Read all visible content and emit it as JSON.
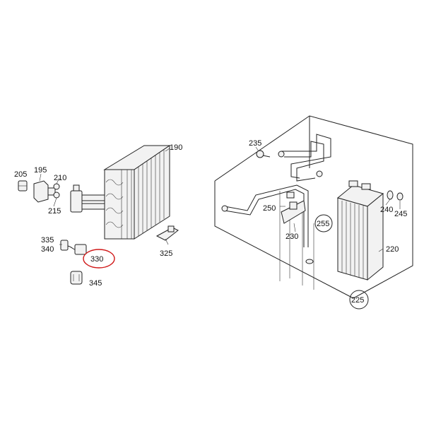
{
  "callouts": {
    "c190": "190",
    "c195": "195",
    "c205": "205",
    "c210": "210",
    "c215": "215",
    "c335": "335",
    "c340": "340",
    "c330": "330",
    "c345": "345",
    "c325": "325",
    "c235": "235",
    "c250": "250",
    "c230": "230",
    "c255": "255",
    "c240": "240",
    "c245": "245",
    "c220": "220",
    "c225": "225"
  },
  "highlight": {
    "part": "330",
    "color": "#d01818"
  }
}
